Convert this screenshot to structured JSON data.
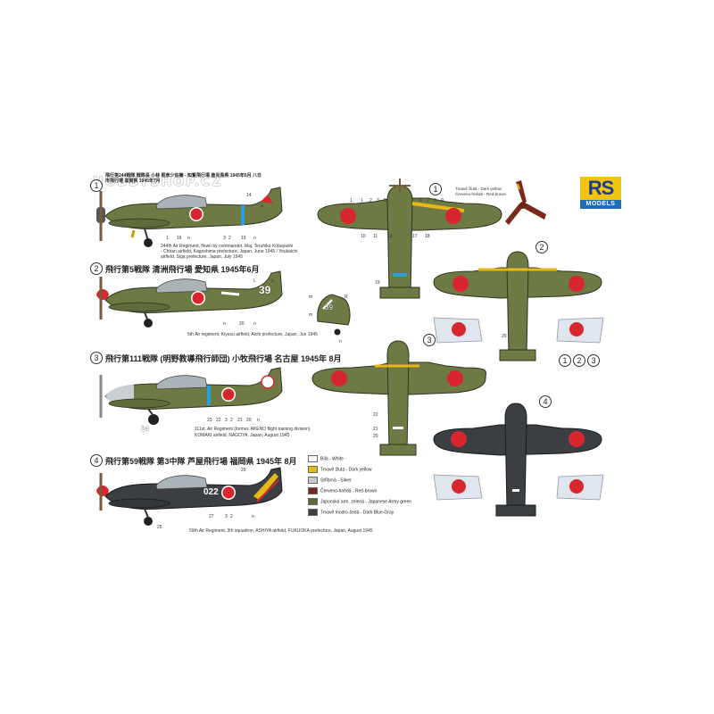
{
  "watermark": "HOBBYSHOP.CZ",
  "logo": {
    "text": "RS",
    "subtitle": "MODELS"
  },
  "profiles": [
    {
      "number": "1",
      "header": "飛行第244戦隊 戦隊長 小林 照彦少佐機 - 知覧飛行場 鹿児島県 1945年6月 八日市飛行場 滋賀県 1945年7月",
      "caption": [
        "244th Air Regiment, flown by commander, Maj. Teruhiko Kobayashi",
        "- Chiran airfield, Kagoshima prefecture, Japan, June 1945 / Youkaichi",
        "airfield, Siga prefecture, Japan, July 1945"
      ]
    },
    {
      "number": "2",
      "header": "飛行第5戦隊 清洲飛行場 愛知県 1945年6月",
      "tail": "39",
      "caption": [
        "5th Air regiment, Kiyosu airfield, Aichi prefecture, Japan, Jun 1945"
      ]
    },
    {
      "number": "3",
      "header": "飛行第111戦隊 (明野教導飛行師団) 小牧飛行場 名古屋 1945年 8月",
      "fuselage_code": "24",
      "caption": [
        "111st. Air Regiment (former. AKENO flight training division)",
        "KOMAKI airfield, NAGOYA, Japan, August 1945"
      ]
    },
    {
      "number": "4",
      "header": "飛行第59戦隊 第3中隊 芦屋飛行場 福岡県 1945年 8月",
      "fuselage_code": "022",
      "caption": [
        "59th Air Regiment, 3th squadron, ASHIYA airfield, FUKUOKA prefecture, Japan, August 1945"
      ]
    }
  ],
  "propeller_labels": [
    "Tmavě žlutá - Dark yellow",
    "Červeno-hnědá - Red-brown"
  ],
  "legend": [
    {
      "label": "Bílá - White",
      "color": "#ffffff"
    },
    {
      "label": "Tmavě žlutá - Dark yellow",
      "color": "#e8b818"
    },
    {
      "label": "Stříbrná - Silver",
      "color": "#c8ccd0"
    },
    {
      "label": "Červeno-hnědá - Red-brown",
      "color": "#7a2a1a"
    },
    {
      "label": "Japonská arm. zelená - Japanese Army green",
      "color": "#5b6b3a"
    },
    {
      "label": "Tmavě modro-šedá - Dark Blue-Gray",
      "color": "#3a3f45"
    }
  ],
  "underwing_set": [
    "1",
    "2",
    "3"
  ],
  "colors": {
    "green": "#6d7a44",
    "dark": "#3b3f42",
    "hinomaru": "#d8262f",
    "yellow": "#e8b818",
    "silver": "#c9ced3"
  },
  "markers": {
    "p1": [
      "14",
      "u",
      "1",
      "16",
      "n",
      "3",
      "2",
      "19",
      "n"
    ],
    "p2": [
      "L",
      "n",
      "n",
      "20",
      "n"
    ],
    "p3": [
      "23",
      "22",
      "3",
      "2",
      "21",
      "20",
      "n"
    ],
    "p4": [
      "29",
      "n",
      "27",
      "3",
      "2",
      "n",
      "25"
    ],
    "p2tail": [
      "m",
      "R",
      "m",
      "n",
      "39"
    ],
    "top1": [
      "1",
      "1",
      "2",
      "3",
      "5",
      "6",
      "7",
      "8",
      "9",
      "10",
      "11",
      "13",
      "17",
      "18",
      "19"
    ],
    "top3": [
      "22",
      "21",
      "20"
    ],
    "bottom2": [
      "20"
    ],
    "bottom4": [
      "1"
    ]
  }
}
